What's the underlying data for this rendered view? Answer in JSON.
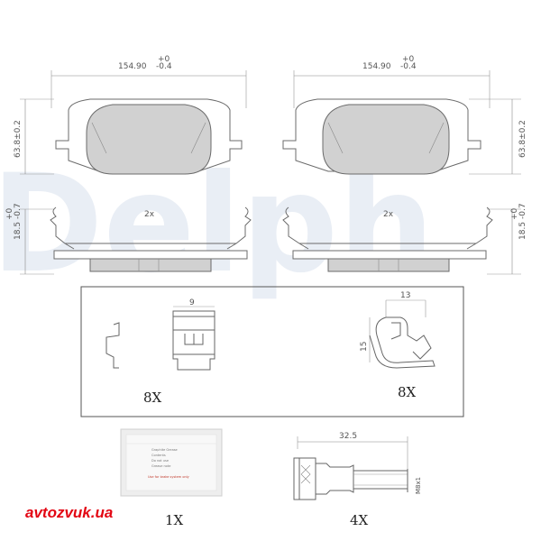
{
  "watermark": "Delph",
  "pads": {
    "width_label": "154.90",
    "width_tol_upper": "+0",
    "width_tol_lower": "-0.4",
    "height_label": "63.8±0.2",
    "quantity_label": "2x",
    "thickness_label": "18.5",
    "thickness_tol_upper": "+0",
    "thickness_tol_lower": "-0.7"
  },
  "accessories": {
    "clip_width_label": "9",
    "spring_width_label": "13",
    "spring_height_label": "15",
    "clip_quantity": "8X",
    "spring_quantity": "8X"
  },
  "grease": {
    "quantity": "1X",
    "text_lines": [
      "Graphite Grease",
      "Contents",
      "Do not use",
      "Grease note"
    ],
    "red_text": "Use for brake system only"
  },
  "bolt": {
    "length_label": "32.5",
    "thread_label": "M8x1",
    "quantity": "4X"
  },
  "brand": "avtozvuk.ua",
  "colors": {
    "pad_fill": "#d1d1d1",
    "line": "#6b6b6b",
    "watermark": "#e9eef5",
    "brand": "#e30613"
  }
}
